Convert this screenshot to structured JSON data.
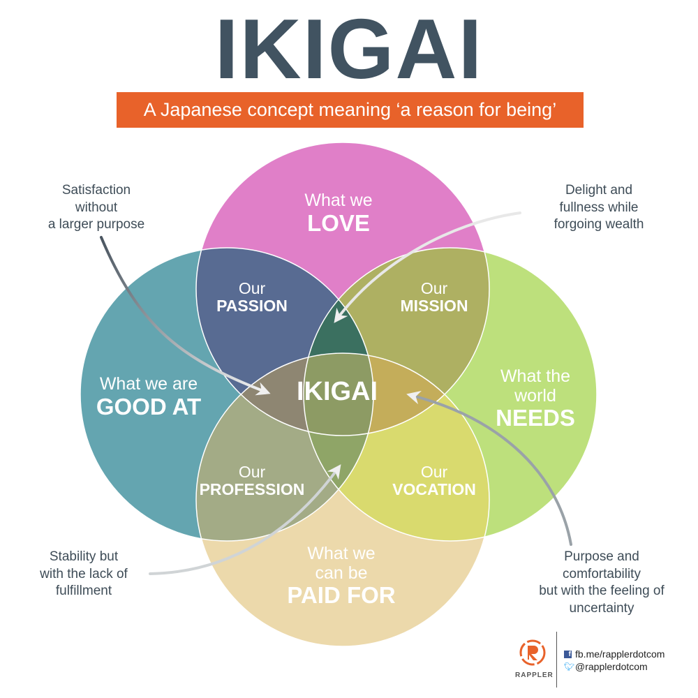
{
  "title": "IKIGAI",
  "subtitle": "A Japanese  concept meaning ‘a reason for being’",
  "circles": {
    "love": {
      "line1": "What we",
      "line2": "LOVE",
      "color": "#e07fc8"
    },
    "good_at": {
      "line1": "What we are",
      "line2": "GOOD AT",
      "color": "#64a5b0"
    },
    "world_needs": {
      "line1": "What the",
      "line1b": "world",
      "line2": "NEEDS",
      "color": "#bde07c"
    },
    "paid_for": {
      "line1": "What we",
      "line1b": "can be",
      "line2": "PAID FOR",
      "color": "#ecd9ab"
    }
  },
  "intersections": {
    "passion": {
      "line1": "Our",
      "line2": "PASSION",
      "color": "#586b92"
    },
    "mission": {
      "line1": "Our",
      "line2": "MISSION",
      "color": "#aeb062"
    },
    "profession": {
      "line1": "Our",
      "line2": "PROFESSION",
      "color": "#a3ab86"
    },
    "vocation": {
      "line1": "Our",
      "line2": "VOCATION",
      "color": "#d9da6e"
    },
    "center": {
      "label": "IKIGAI",
      "color": "#8d9b64"
    }
  },
  "notes": {
    "top_left": [
      "Satisfaction",
      "without",
      "a larger purpose"
    ],
    "top_right": [
      "Delight and",
      "fullness while",
      "forgoing wealth"
    ],
    "bottom_left": [
      "Stability but",
      "with the lack of",
      "fulfillment"
    ],
    "bottom_right": [
      "Purpose and",
      "comfortability",
      "but with the feeling of",
      "uncertainty"
    ]
  },
  "footer": {
    "brand": "RAPPLER",
    "facebook": "fb.me/rapplerdotcom",
    "twitter": "@rapplerdotcom",
    "brand_color": "#e8622a"
  },
  "colors": {
    "title": "#415361",
    "banner": "#e8622a"
  }
}
